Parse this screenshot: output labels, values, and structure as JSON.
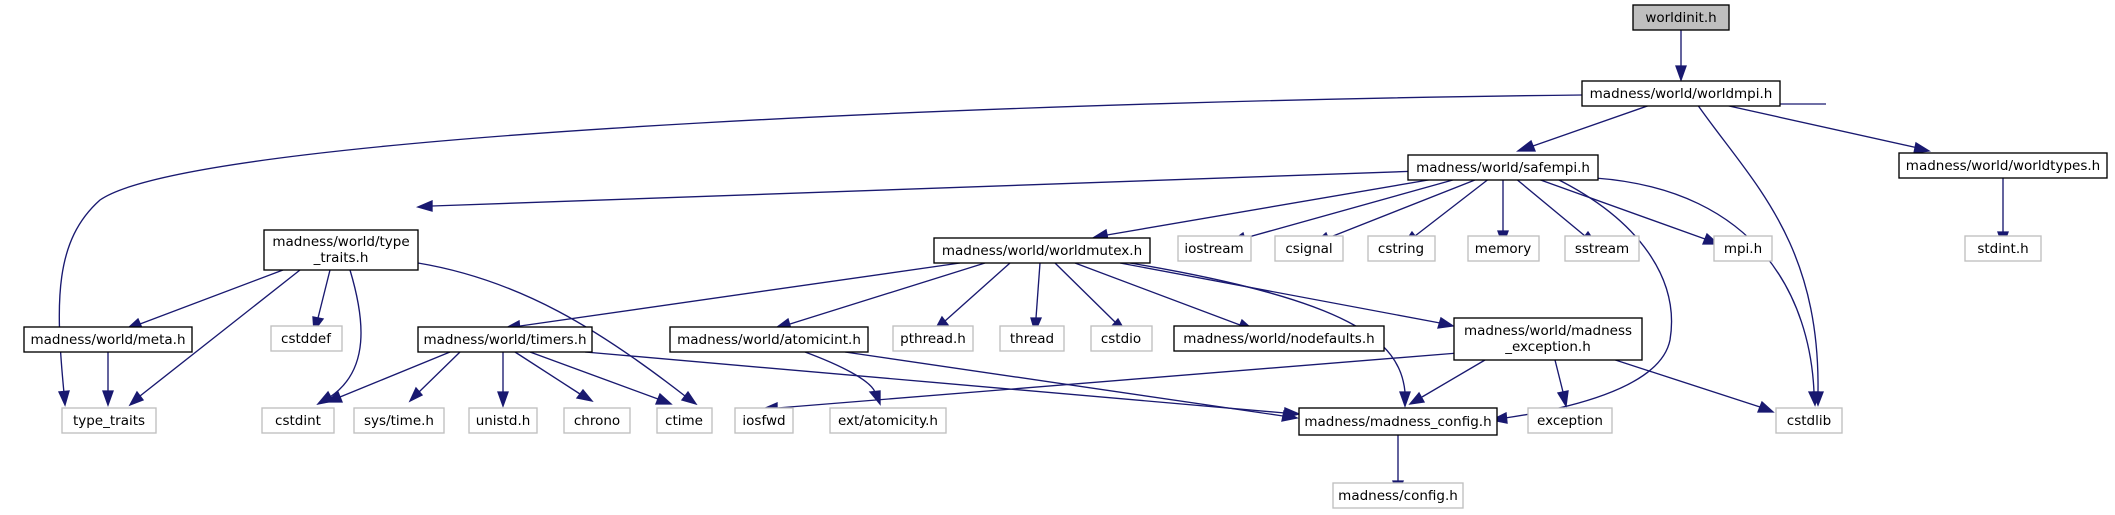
{
  "nodes": {
    "worldinit": "worldinit.h",
    "worldmpi": "madness/world/worldmpi.h",
    "safempi": "madness/world/safempi.h",
    "worldtypes": "madness/world/worldtypes.h",
    "stdint_h": "stdint.h",
    "type_traits_h_1": "madness/world/type",
    "type_traits_h_2": "_traits.h",
    "worldmutex": "madness/world/worldmutex.h",
    "iostream": "iostream",
    "csignal": "csignal",
    "cstring": "cstring",
    "memory": "memory",
    "sstream": "sstream",
    "mpi_h": "mpi.h",
    "meta": "madness/world/meta.h",
    "cstddef": "cstddef",
    "timers": "madness/world/timers.h",
    "atomicint": "madness/world/atomicint.h",
    "pthread": "pthread.h",
    "thread": "thread",
    "cstdio": "cstdio",
    "nodefaults": "madness/world/nodefaults.h",
    "madness_exc_1": "madness/world/madness",
    "madness_exc_2": "_exception.h",
    "type_traits": "type_traits",
    "cstdint": "cstdint",
    "sys_time": "sys/time.h",
    "unistd": "unistd.h",
    "chrono": "chrono",
    "ctime": "ctime",
    "iosfwd": "iosfwd",
    "ext_atomicity": "ext/atomicity.h",
    "madness_config": "madness/madness_config.h",
    "exception": "exception",
    "cstdlib": "cstdlib",
    "config_h": "madness/config.h"
  },
  "colors": {
    "edge": "#191970",
    "root_fill": "#bfbfbf",
    "local_border": "#000000",
    "system_border": "#bfbfbf"
  }
}
